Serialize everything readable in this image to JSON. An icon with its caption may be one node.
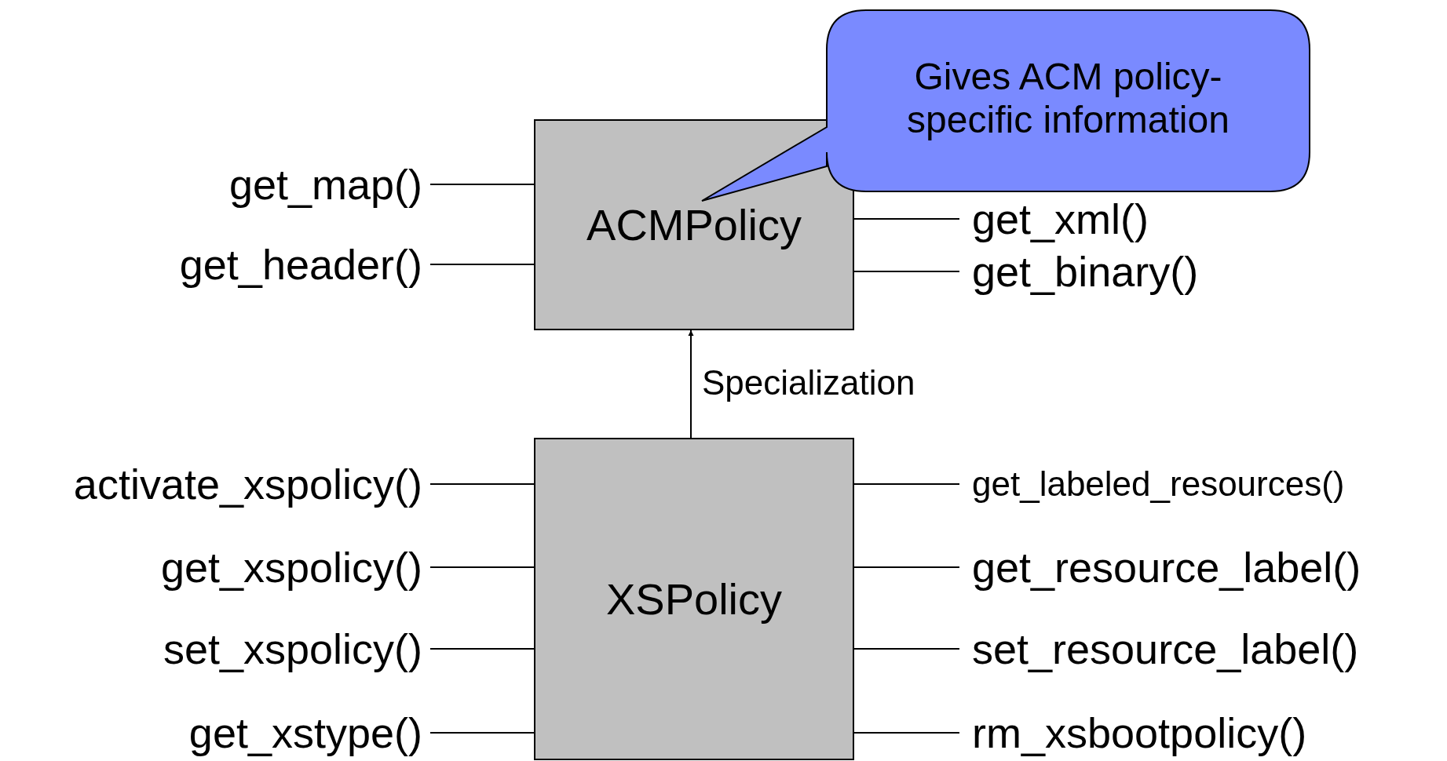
{
  "diagram": {
    "nodes": [
      {
        "text": [
          "ACMPolicy"
        ]
      },
      {
        "text": [
          "XSPolicy"
        ]
      },
      {
        "text": [
          "Gives ACM policy-specific information"
        ]
      },
      {
        "text": [
          "get_map()"
        ]
      },
      {
        "text": [
          "get_header()"
        ]
      },
      {
        "text": [
          "get_xml()"
        ]
      },
      {
        "text": [
          "get_binary()"
        ]
      },
      {
        "text": [
          "activate_xspolicy()"
        ]
      },
      {
        "text": [
          "get_xspolicy()"
        ]
      },
      {
        "text": [
          "set_xspolicy()"
        ]
      },
      {
        "text": [
          "get_xstype()"
        ]
      },
      {
        "text": [
          "get_labeled_resources()"
        ]
      },
      {
        "text": [
          "get_resource_label()"
        ]
      },
      {
        "text": [
          "set_resource_label()"
        ]
      },
      {
        "text": [
          "rm_xsbootpolicy()"
        ]
      }
    ],
    "edges": [
      {
        "from": 3,
        "to": 0,
        "arrow": "none"
      },
      {
        "from": 4,
        "to": 0,
        "arrow": "none"
      },
      {
        "from": 0,
        "to": 5,
        "arrow": "none"
      },
      {
        "from": 0,
        "to": 6,
        "arrow": "none"
      },
      {
        "from": 7,
        "to": 1,
        "arrow": "none"
      },
      {
        "from": 8,
        "to": 1,
        "arrow": "none"
      },
      {
        "from": 9,
        "to": 1,
        "arrow": "none"
      },
      {
        "from": 10,
        "to": 1,
        "arrow": "none"
      },
      {
        "from": 1,
        "to": 11,
        "arrow": "none"
      },
      {
        "from": 1,
        "to": 12,
        "arrow": "none"
      },
      {
        "from": 1,
        "to": 13,
        "arrow": "none"
      },
      {
        "from": 1,
        "to": 14,
        "arrow": "none"
      },
      {
        "from": 1,
        "to": 0,
        "arrow": "to",
        "label": "Specialization"
      }
    ]
  }
}
